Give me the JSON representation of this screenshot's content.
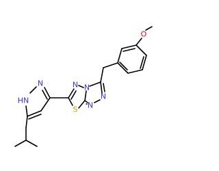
{
  "molecule": {
    "atoms": {
      "pyrazole_nh": {
        "label": "HN",
        "color": "#3333ff"
      },
      "pyrazole_n2": {
        "label": "N",
        "color": "#3333ff"
      },
      "thiadiazole_n": {
        "label": "N",
        "color": "#3333ff"
      },
      "sulfur": {
        "label": "S",
        "color": "#b8a000"
      },
      "bridge_n": {
        "label": "N",
        "color": "#3333ff"
      },
      "triazole_n_upper": {
        "label": "N",
        "color": "#3333ff"
      },
      "triazole_n_lower_left": {
        "label": "N",
        "color": "#3333ff"
      },
      "triazole_n_lower_right": {
        "label": "N",
        "color": "#3333ff"
      },
      "methoxy_o": {
        "label": "O",
        "color": "#ff0000"
      }
    },
    "bond_color": "#000000"
  }
}
